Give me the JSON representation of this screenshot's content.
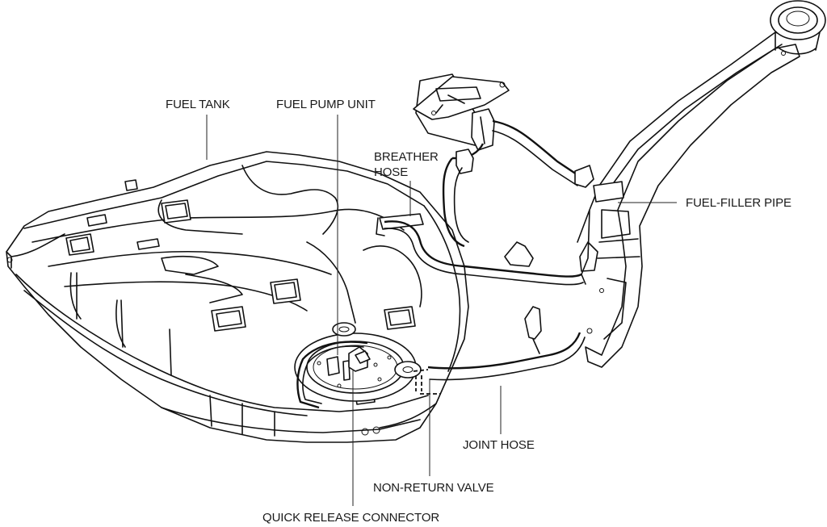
{
  "diagram": {
    "title": "Fuel tank assembly",
    "labels": {
      "fuel_tank": "FUEL TANK",
      "fuel_pump_unit": "FUEL PUMP UNIT",
      "breather_hose_line1": "BREATHER",
      "breather_hose_line2": "HOSE",
      "fuel_filler_pipe": "FUEL-FILLER PIPE",
      "joint_hose": "JOINT HOSE",
      "non_return_valve": "NON-RETURN VALVE",
      "quick_release_connector": "QUICK RELEASE CONNECTOR"
    },
    "colors": {
      "line": "#111111",
      "background": "#ffffff"
    }
  }
}
